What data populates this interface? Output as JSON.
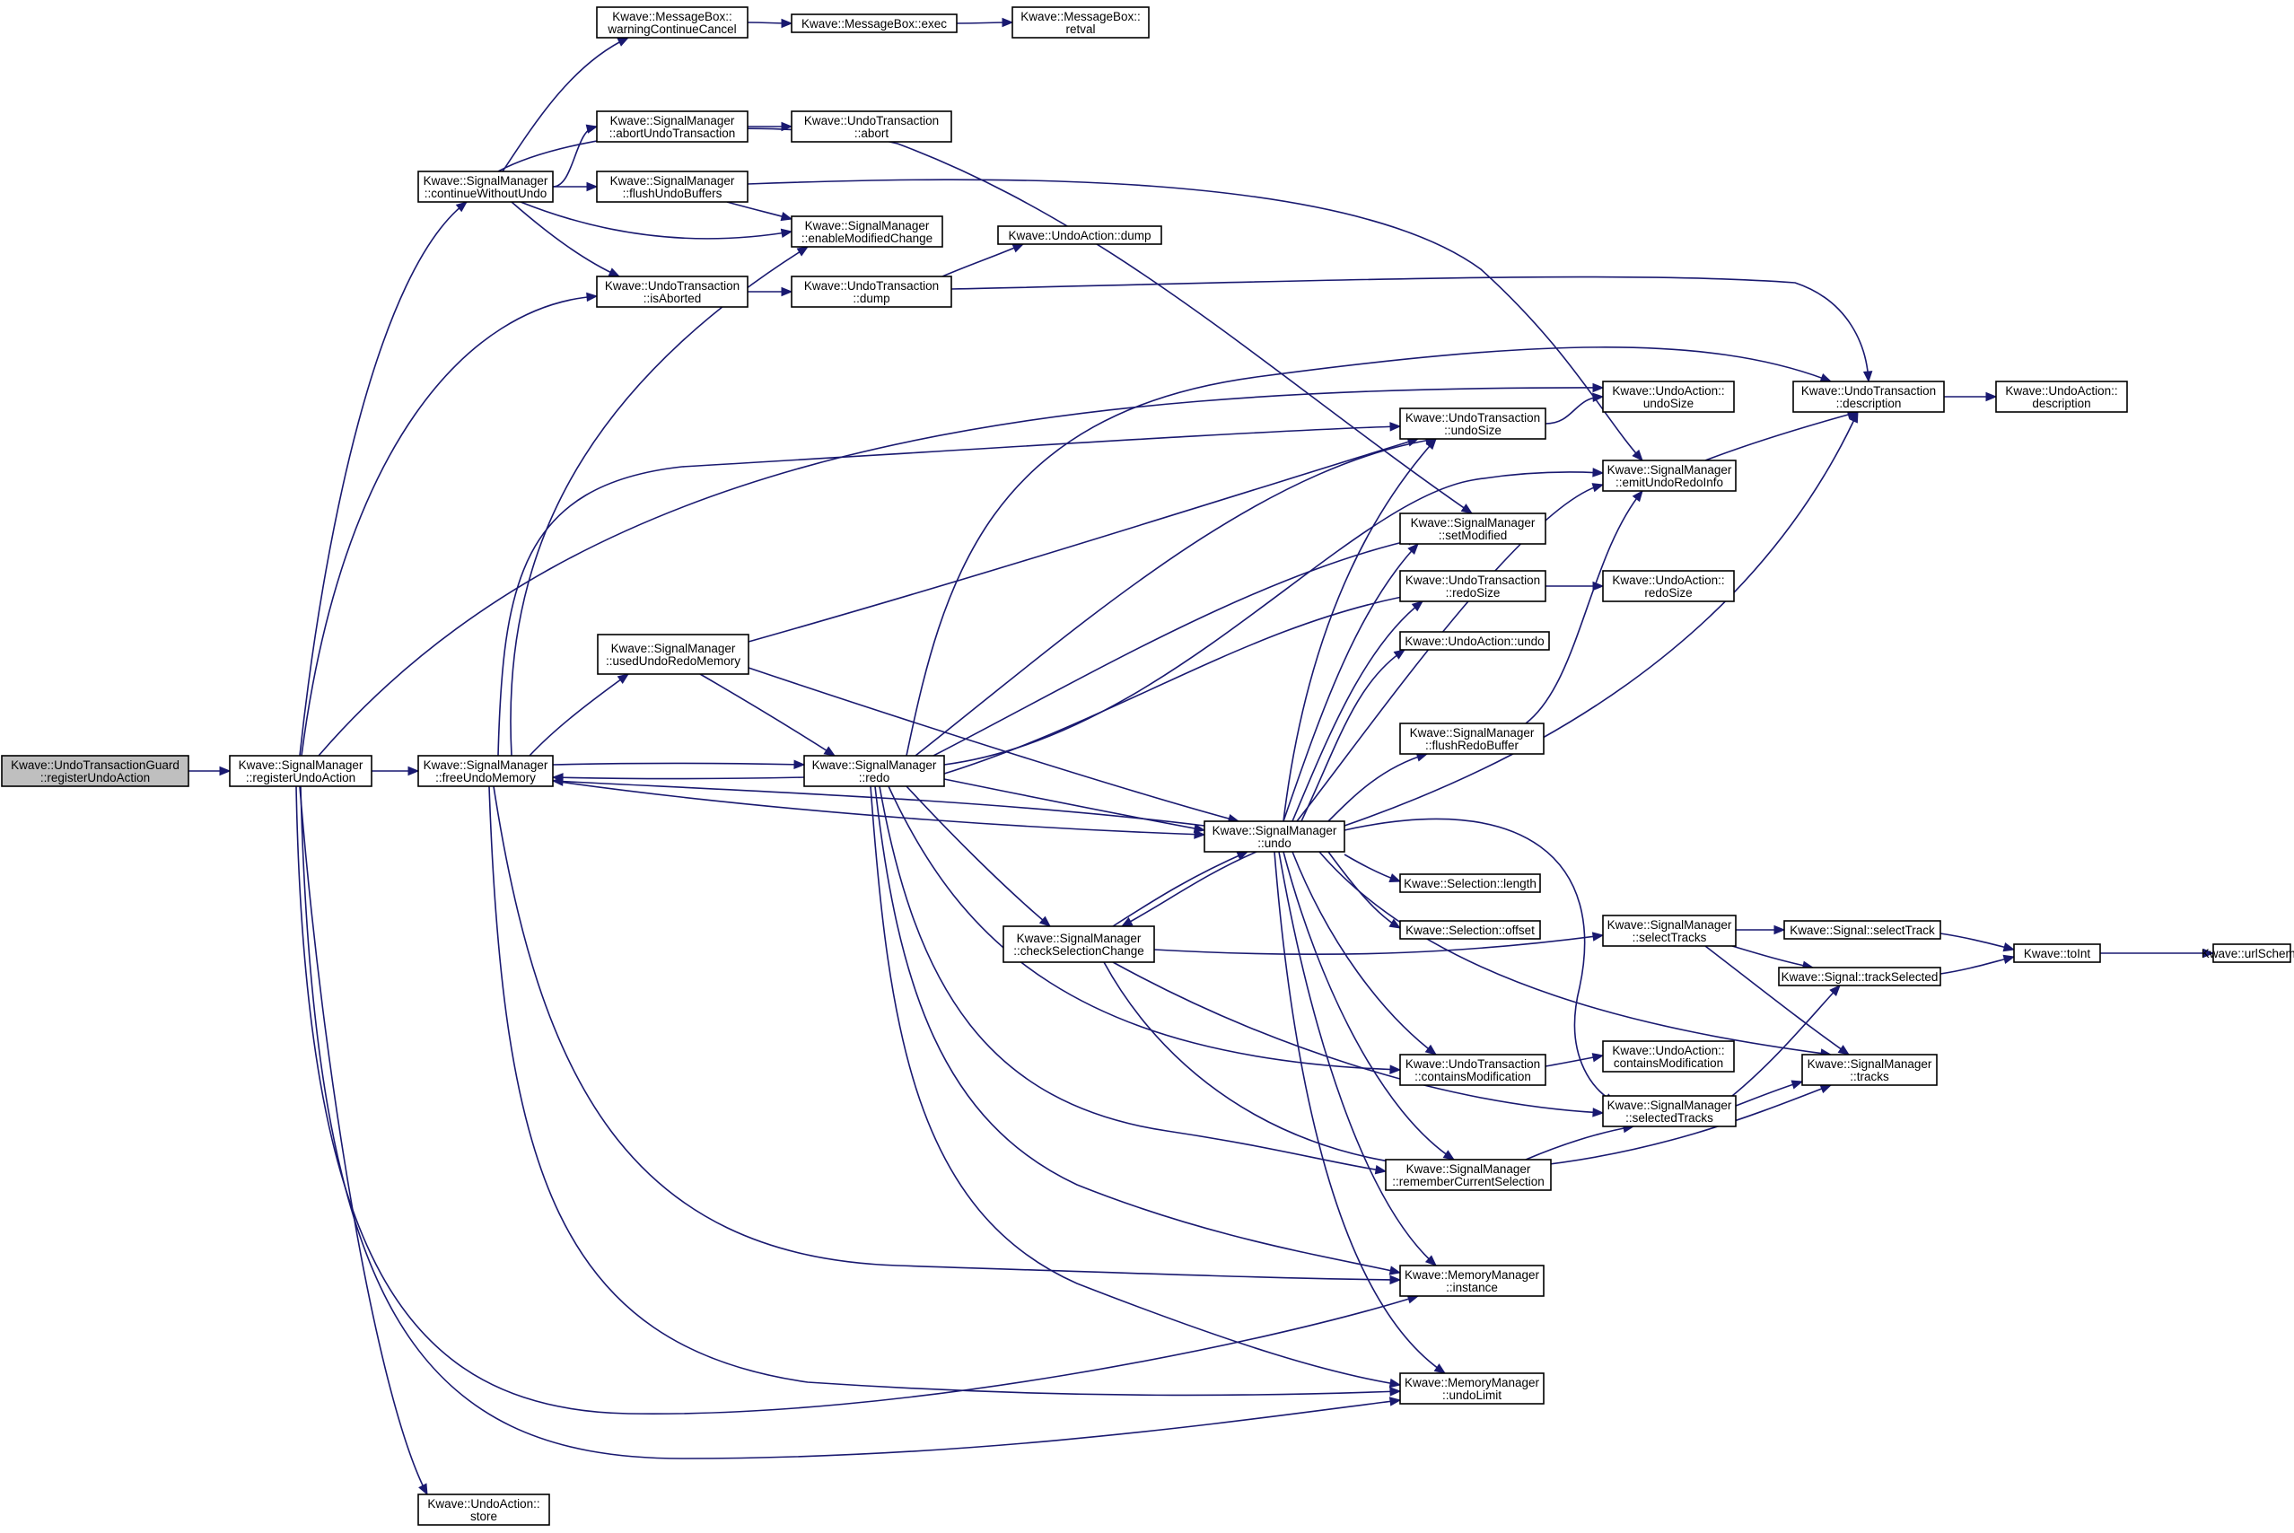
{
  "graph": {
    "edge_color": "#191970",
    "root_fill": "#bfbfbf",
    "nodes": [
      {
        "id": "guard_register",
        "lines": [
          "Kwave::UndoTransactionGuard",
          "::registerUndoAction"
        ],
        "root": true
      },
      {
        "id": "sm_register",
        "lines": [
          "Kwave::SignalManager",
          "::registerUndoAction"
        ]
      },
      {
        "id": "sm_continue",
        "lines": [
          "Kwave::SignalManager",
          "::continueWithoutUndo"
        ]
      },
      {
        "id": "sm_free",
        "lines": [
          "Kwave::SignalManager",
          "::freeUndoMemory"
        ]
      },
      {
        "id": "ua_store",
        "lines": [
          "Kwave::UndoAction::",
          "store"
        ]
      },
      {
        "id": "mb_warning",
        "lines": [
          "Kwave::MessageBox::",
          "warningContinueCancel"
        ]
      },
      {
        "id": "mb_exec",
        "lines": [
          "Kwave::MessageBox::exec"
        ]
      },
      {
        "id": "mb_retval",
        "lines": [
          "Kwave::MessageBox::",
          "retval"
        ]
      },
      {
        "id": "sm_abort",
        "lines": [
          "Kwave::SignalManager",
          "::abortUndoTransaction"
        ]
      },
      {
        "id": "ut_abort",
        "lines": [
          "Kwave::UndoTransaction",
          "::abort"
        ]
      },
      {
        "id": "sm_flushundo",
        "lines": [
          "Kwave::SignalManager",
          "::flushUndoBuffers"
        ]
      },
      {
        "id": "sm_enable",
        "lines": [
          "Kwave::SignalManager",
          "::enableModifiedChange"
        ]
      },
      {
        "id": "ua_dump",
        "lines": [
          "Kwave::UndoAction::dump"
        ]
      },
      {
        "id": "ut_isaborted",
        "lines": [
          "Kwave::UndoTransaction",
          "::isAborted"
        ]
      },
      {
        "id": "ut_dump",
        "lines": [
          "Kwave::UndoTransaction",
          "::dump"
        ]
      },
      {
        "id": "ua_undosize",
        "lines": [
          "Kwave::UndoAction::",
          "undoSize"
        ]
      },
      {
        "id": "ut_description",
        "lines": [
          "Kwave::UndoTransaction",
          "::description"
        ]
      },
      {
        "id": "ua_description",
        "lines": [
          "Kwave::UndoAction::",
          "description"
        ]
      },
      {
        "id": "ut_undosize",
        "lines": [
          "Kwave::UndoTransaction",
          "::undoSize"
        ]
      },
      {
        "id": "sm_emit",
        "lines": [
          "Kwave::SignalManager",
          "::emitUndoRedoInfo"
        ]
      },
      {
        "id": "sm_setmodified",
        "lines": [
          "Kwave::SignalManager",
          "::setModified"
        ]
      },
      {
        "id": "ut_redosize",
        "lines": [
          "Kwave::UndoTransaction",
          "::redoSize"
        ]
      },
      {
        "id": "ua_redosize",
        "lines": [
          "Kwave::UndoAction::",
          "redoSize"
        ]
      },
      {
        "id": "sm_used",
        "lines": [
          "Kwave::SignalManager",
          "::usedUndoRedoMemory"
        ]
      },
      {
        "id": "ua_undo",
        "lines": [
          "Kwave::UndoAction::undo"
        ]
      },
      {
        "id": "sm_flushredo",
        "lines": [
          "Kwave::SignalManager",
          "::flushRedoBuffer"
        ]
      },
      {
        "id": "sm_redo",
        "lines": [
          "Kwave::SignalManager",
          "::redo"
        ]
      },
      {
        "id": "sm_undo",
        "lines": [
          "Kwave::SignalManager",
          "::undo"
        ]
      },
      {
        "id": "sel_length",
        "lines": [
          "Kwave::Selection::length"
        ]
      },
      {
        "id": "sel_offset",
        "lines": [
          "Kwave::Selection::offset"
        ]
      },
      {
        "id": "sm_check",
        "lines": [
          "Kwave::SignalManager",
          "::checkSelectionChange"
        ]
      },
      {
        "id": "sm_selecttracks",
        "lines": [
          "Kwave::SignalManager",
          "::selectTracks"
        ]
      },
      {
        "id": "sig_selecttrack",
        "lines": [
          "Kwave::Signal::selectTrack"
        ]
      },
      {
        "id": "sig_trackselected",
        "lines": [
          "Kwave::Signal::trackSelected"
        ]
      },
      {
        "id": "toint",
        "lines": [
          "Kwave::toInt"
        ]
      },
      {
        "id": "urlscheme",
        "lines": [
          "Kwave::urlScheme"
        ]
      },
      {
        "id": "ut_containsmod",
        "lines": [
          "Kwave::UndoTransaction",
          "::containsModification"
        ]
      },
      {
        "id": "ua_containsmod",
        "lines": [
          "Kwave::UndoAction::",
          "containsModification"
        ]
      },
      {
        "id": "sm_tracks",
        "lines": [
          "Kwave::SignalManager",
          "::tracks"
        ]
      },
      {
        "id": "sm_selectedtracks",
        "lines": [
          "Kwave::SignalManager",
          "::selectedTracks"
        ]
      },
      {
        "id": "sm_remember",
        "lines": [
          "Kwave::SignalManager",
          "::rememberCurrentSelection"
        ]
      },
      {
        "id": "mm_instance",
        "lines": [
          "Kwave::MemoryManager",
          "::instance"
        ]
      },
      {
        "id": "mm_undolimit",
        "lines": [
          "Kwave::MemoryManager",
          "::undoLimit"
        ]
      }
    ],
    "edges": [
      [
        "guard_register",
        "sm_register"
      ],
      [
        "sm_register",
        "sm_continue"
      ],
      [
        "sm_register",
        "ut_isaborted"
      ],
      [
        "sm_register",
        "ua_undosize"
      ],
      [
        "sm_register",
        "sm_free"
      ],
      [
        "sm_register",
        "ua_store"
      ],
      [
        "sm_register",
        "mm_instance"
      ],
      [
        "sm_register",
        "mm_undolimit"
      ],
      [
        "sm_continue",
        "mb_warning"
      ],
      [
        "sm_continue",
        "sm_abort"
      ],
      [
        "sm_continue",
        "sm_flushundo"
      ],
      [
        "sm_continue",
        "sm_enable"
      ],
      [
        "sm_continue",
        "ut_isaborted"
      ],
      [
        "sm_continue",
        "sm_setmodified"
      ],
      [
        "mb_warning",
        "mb_exec"
      ],
      [
        "mb_exec",
        "mb_retval"
      ],
      [
        "sm_abort",
        "ut_abort"
      ],
      [
        "sm_flushundo",
        "sm_enable"
      ],
      [
        "sm_flushundo",
        "sm_emit"
      ],
      [
        "ut_isaborted",
        "ut_dump"
      ],
      [
        "ut_dump",
        "ua_dump"
      ],
      [
        "ut_dump",
        "ut_description"
      ],
      [
        "ut_undosize",
        "ua_undosize"
      ],
      [
        "ut_description",
        "ua_description"
      ],
      [
        "sm_emit",
        "ut_description"
      ],
      [
        "ut_redosize",
        "ua_redosize"
      ],
      [
        "sm_flushredo",
        "sm_emit"
      ],
      [
        "sm_free",
        "sm_enable"
      ],
      [
        "sm_free",
        "ut_undosize"
      ],
      [
        "sm_free",
        "sm_used"
      ],
      [
        "sm_free",
        "sm_redo"
      ],
      [
        "sm_free",
        "sm_undo"
      ],
      [
        "sm_free",
        "mm_instance"
      ],
      [
        "sm_free",
        "mm_undolimit"
      ],
      [
        "sm_used",
        "ut_undosize"
      ],
      [
        "sm_used",
        "sm_redo"
      ],
      [
        "sm_used",
        "sm_undo"
      ],
      [
        "sm_redo",
        "sm_free"
      ],
      [
        "sm_redo",
        "ut_description"
      ],
      [
        "sm_redo",
        "ut_undosize"
      ],
      [
        "sm_redo",
        "sm_emit"
      ],
      [
        "sm_redo",
        "sm_setmodified"
      ],
      [
        "sm_redo",
        "ut_redosize"
      ],
      [
        "sm_redo",
        "sm_undo"
      ],
      [
        "sm_redo",
        "sm_check"
      ],
      [
        "sm_redo",
        "ut_containsmod"
      ],
      [
        "sm_redo",
        "sm_remember"
      ],
      [
        "sm_redo",
        "mm_instance"
      ],
      [
        "sm_redo",
        "mm_undolimit"
      ],
      [
        "sm_undo",
        "sm_free"
      ],
      [
        "sm_undo",
        "sm_check"
      ],
      [
        "sm_undo",
        "ut_undosize"
      ],
      [
        "sm_undo",
        "sm_emit"
      ],
      [
        "sm_undo",
        "sm_setmodified"
      ],
      [
        "sm_undo",
        "ut_redosize"
      ],
      [
        "sm_undo",
        "ua_undo"
      ],
      [
        "sm_undo",
        "sm_flushredo"
      ],
      [
        "sm_undo",
        "ut_description"
      ],
      [
        "sm_undo",
        "sel_length"
      ],
      [
        "sm_undo",
        "sel_offset"
      ],
      [
        "sm_undo",
        "ut_containsmod"
      ],
      [
        "sm_undo",
        "sm_remember"
      ],
      [
        "sm_undo",
        "sm_selectedtracks"
      ],
      [
        "sm_undo",
        "sm_tracks"
      ],
      [
        "sm_undo",
        "mm_instance"
      ],
      [
        "sm_undo",
        "mm_undolimit"
      ],
      [
        "sm_check",
        "sm_undo"
      ],
      [
        "sm_check",
        "sm_selecttracks"
      ],
      [
        "sm_check",
        "sm_selectedtracks"
      ],
      [
        "sm_check",
        "sm_tracks"
      ],
      [
        "sm_selecttracks",
        "sig_selecttrack"
      ],
      [
        "sm_selecttracks",
        "sig_trackselected"
      ],
      [
        "sm_selecttracks",
        "sm_tracks"
      ],
      [
        "sig_selecttrack",
        "toint"
      ],
      [
        "sig_trackselected",
        "toint"
      ],
      [
        "toint",
        "urlscheme"
      ],
      [
        "ut_containsmod",
        "ua_containsmod"
      ],
      [
        "sm_remember",
        "sm_selectedtracks"
      ],
      [
        "sm_selectedtracks",
        "sig_trackselected"
      ],
      [
        "sm_selectedtracks",
        "sm_tracks"
      ]
    ]
  }
}
